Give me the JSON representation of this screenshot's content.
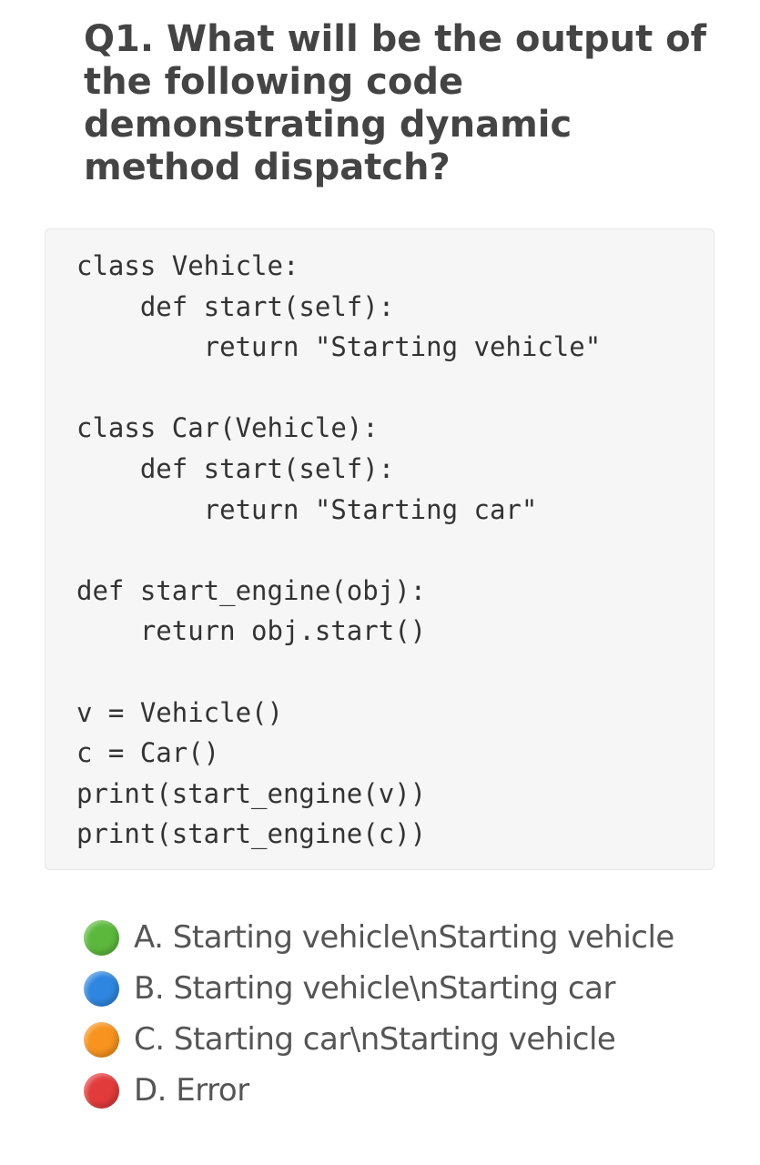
{
  "question": {
    "title": "Q1. What will be the output of the following code demonstrating dynamic method dispatch?"
  },
  "code": {
    "lines": [
      "class Vehicle:",
      "    def start(self):",
      "        return \"Starting vehicle\"",
      "",
      "class Car(Vehicle):",
      "    def start(self):",
      "        return \"Starting car\"",
      "",
      "def start_engine(obj):",
      "    return obj.start()",
      "",
      "v = Vehicle()",
      "c = Car()",
      "print(start_engine(v))",
      "print(start_engine(c))"
    ]
  },
  "options": [
    {
      "text": "A. Starting vehicle\\nStarting vehicle",
      "color": "#5cb83c",
      "icon": "green-circle-icon"
    },
    {
      "text": "B. Starting vehicle\\nStarting car",
      "color": "#2f86e0",
      "icon": "blue-circle-icon"
    },
    {
      "text": "C. Starting car\\nStarting vehicle",
      "color": "#f7931e",
      "icon": "orange-circle-icon"
    },
    {
      "text": "D. Error",
      "color": "#e23b3b",
      "icon": "red-circle-icon"
    }
  ]
}
